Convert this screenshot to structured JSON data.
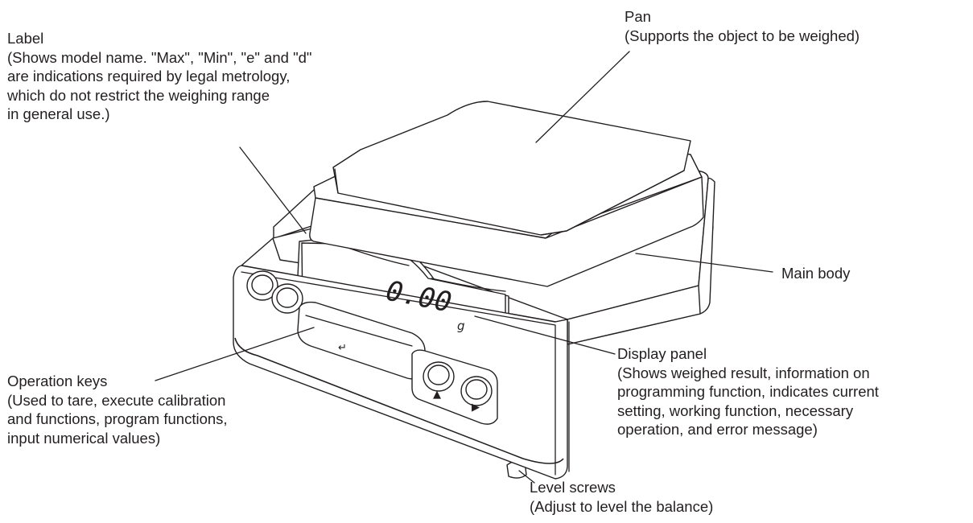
{
  "labels": {
    "label": {
      "lines": [
        "Label",
        "(Shows model name. \"Max\", \"Min\", \"e\" and \"d\"",
        "are indications required by legal metrology,",
        "which do not restrict the weighing range",
        "in general use.)"
      ]
    },
    "pan": {
      "lines": [
        "Pan",
        "(Supports the object to be weighed)"
      ]
    },
    "main_body": {
      "lines": [
        "Main body"
      ]
    },
    "display_panel": {
      "lines": [
        "Display panel",
        "(Shows weighed result, information on",
        "programming function, indicates current",
        "setting, working function, necessary",
        "operation, and error message)"
      ]
    },
    "operation_keys": {
      "lines": [
        "Operation keys",
        "(Used to tare, execute calibration",
        "and functions, program functions,",
        "input numerical values)"
      ]
    },
    "level_screws": {
      "lines": [
        "Level screws",
        "(Adjust to level the balance)"
      ]
    }
  },
  "display": {
    "reading": "0.00",
    "unit": "g"
  },
  "keys": {
    "enter_glyph": "↵",
    "up_glyph": "▲",
    "right_glyph": "▶"
  }
}
